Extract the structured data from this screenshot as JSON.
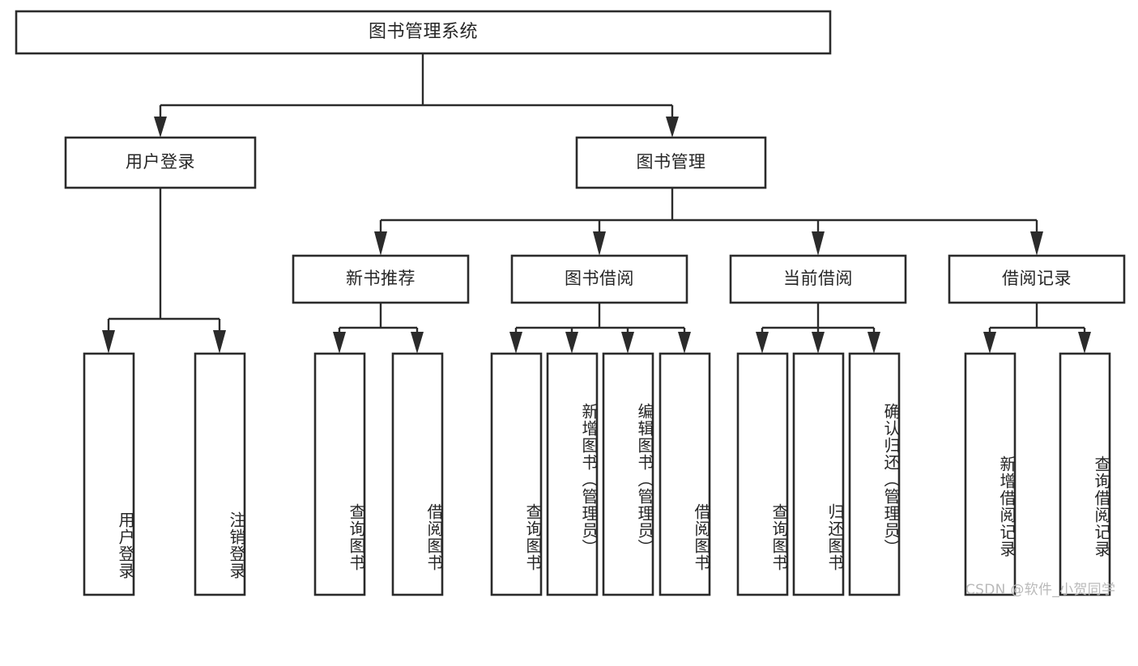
{
  "diagram": {
    "title": "图书管理系统",
    "watermark": "CSDN @软件_小贺同学",
    "colors": {
      "stroke": "#2b2b2b",
      "fill": "#ffffff",
      "text": "#262626",
      "watermark": "#b9b9b9",
      "background": "#ffffff"
    },
    "nodes": {
      "root": {
        "label": "图书管理系统",
        "level": 1,
        "orientation": "horizontal"
      },
      "user_login": {
        "label": "用户登录",
        "level": 2,
        "orientation": "horizontal"
      },
      "book_manage": {
        "label": "图书管理",
        "level": 2,
        "orientation": "horizontal"
      },
      "new_book_rec": {
        "label": "新书推荐",
        "level": 3,
        "orientation": "horizontal"
      },
      "book_borrow": {
        "label": "图书借阅",
        "level": 3,
        "orientation": "horizontal"
      },
      "current_borrow": {
        "label": "当前借阅",
        "level": 3,
        "orientation": "horizontal"
      },
      "borrow_record": {
        "label": "借阅记录",
        "level": 3,
        "orientation": "horizontal"
      },
      "leaf_user_login": {
        "label": "用户登录",
        "level": 4,
        "orientation": "vertical"
      },
      "leaf_user_logout": {
        "label": "注销登录",
        "level": 4,
        "orientation": "vertical"
      },
      "leaf_query_book_1": {
        "label": "查询图书",
        "level": 4,
        "orientation": "vertical"
      },
      "leaf_borrow_book_1": {
        "label": "借阅图书",
        "level": 4,
        "orientation": "vertical"
      },
      "leaf_query_book_2": {
        "label": "查询图书",
        "level": 4,
        "orientation": "vertical"
      },
      "leaf_add_book": {
        "label": "新增图书（管理员）",
        "level": 4,
        "orientation": "vertical"
      },
      "leaf_edit_book": {
        "label": "编辑图书（管理员）",
        "level": 4,
        "orientation": "vertical"
      },
      "leaf_borrow_book_2": {
        "label": "借阅图书",
        "level": 4,
        "orientation": "vertical"
      },
      "leaf_query_book_3": {
        "label": "查询图书",
        "level": 4,
        "orientation": "vertical"
      },
      "leaf_return_book": {
        "label": "归还图书",
        "level": 4,
        "orientation": "vertical"
      },
      "leaf_confirm_return": {
        "label": "确认归还（管理员）",
        "level": 4,
        "orientation": "vertical"
      },
      "leaf_add_record": {
        "label": "新增借阅记录",
        "level": 4,
        "orientation": "vertical"
      },
      "leaf_query_record": {
        "label": "查询借阅记录",
        "level": 4,
        "orientation": "vertical"
      }
    },
    "edges": [
      {
        "from": "root",
        "to": "user_login"
      },
      {
        "from": "root",
        "to": "book_manage"
      },
      {
        "from": "user_login",
        "to": "leaf_user_login"
      },
      {
        "from": "user_login",
        "to": "leaf_user_logout"
      },
      {
        "from": "book_manage",
        "to": "new_book_rec"
      },
      {
        "from": "book_manage",
        "to": "book_borrow"
      },
      {
        "from": "book_manage",
        "to": "current_borrow"
      },
      {
        "from": "book_manage",
        "to": "borrow_record"
      },
      {
        "from": "new_book_rec",
        "to": "leaf_query_book_1"
      },
      {
        "from": "new_book_rec",
        "to": "leaf_borrow_book_1"
      },
      {
        "from": "book_borrow",
        "to": "leaf_query_book_2"
      },
      {
        "from": "book_borrow",
        "to": "leaf_add_book"
      },
      {
        "from": "book_borrow",
        "to": "leaf_edit_book"
      },
      {
        "from": "book_borrow",
        "to": "leaf_borrow_book_2"
      },
      {
        "from": "current_borrow",
        "to": "leaf_query_book_3"
      },
      {
        "from": "current_borrow",
        "to": "leaf_return_book"
      },
      {
        "from": "current_borrow",
        "to": "leaf_confirm_return"
      },
      {
        "from": "borrow_record",
        "to": "leaf_add_record"
      },
      {
        "from": "borrow_record",
        "to": "leaf_query_record"
      }
    ]
  }
}
